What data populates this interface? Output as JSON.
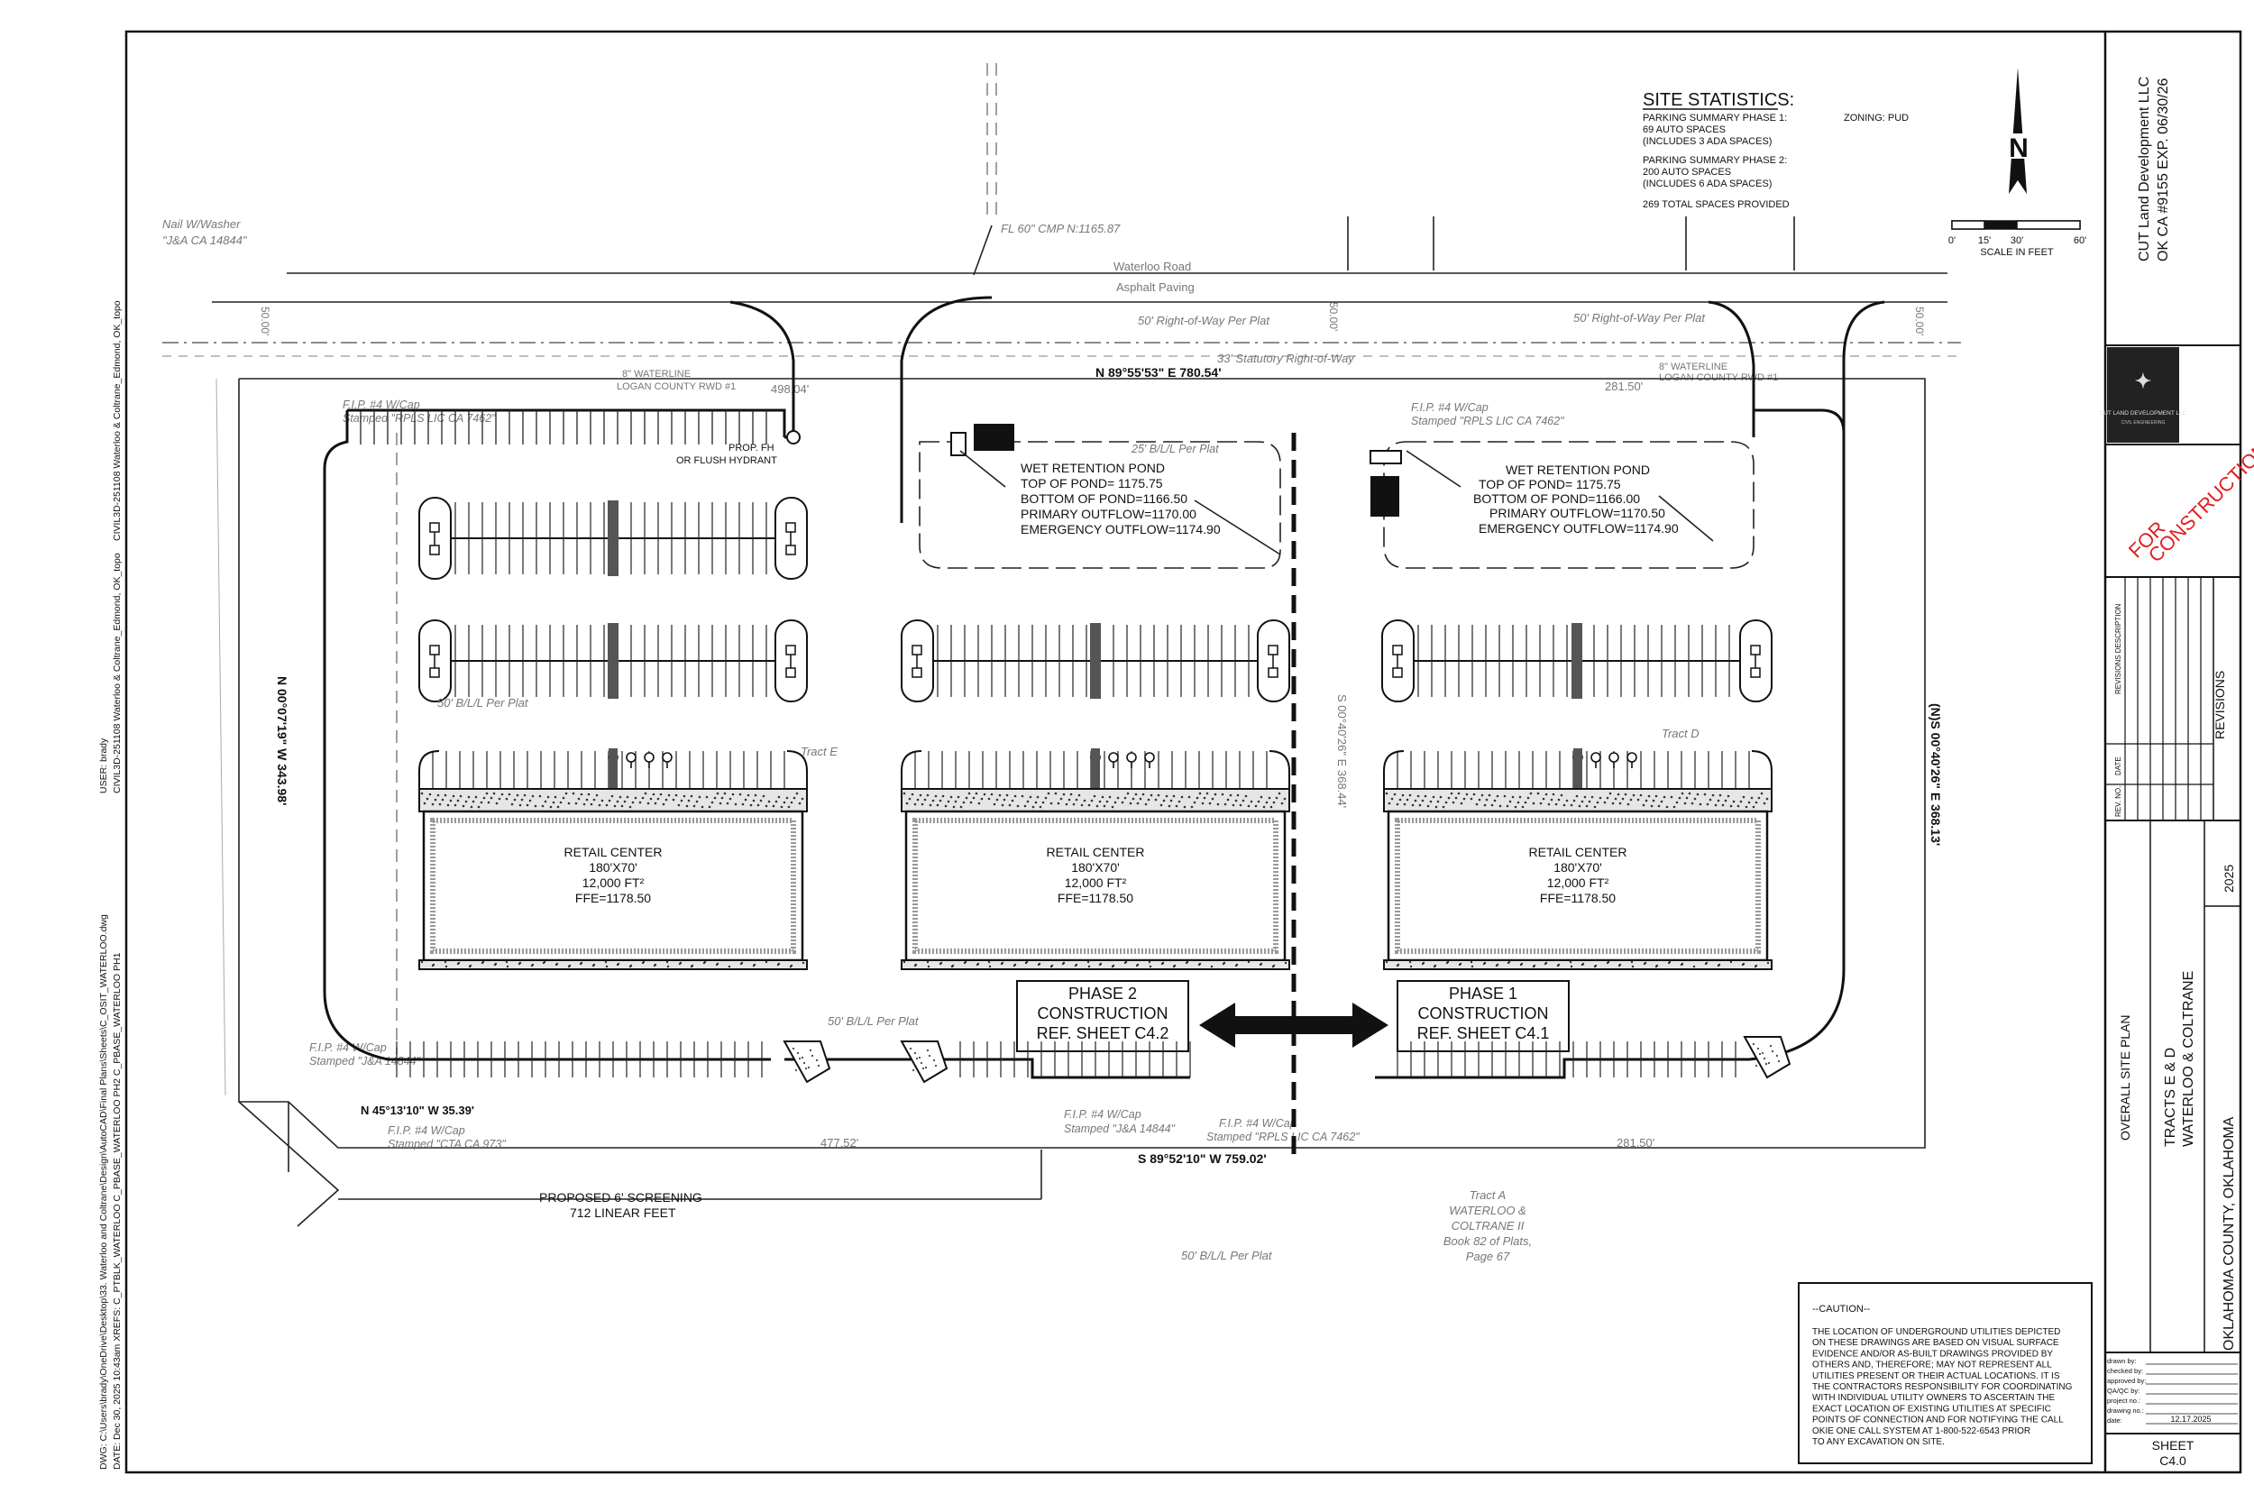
{
  "site_stats": {
    "heading": "SITE STATISTICS:",
    "p1_title": "PARKING SUMMARY PHASE 1:",
    "p1_auto": "69 AUTO SPACES",
    "p1_ada": "(INCLUDES 3 ADA SPACES)",
    "p2_title": "PARKING SUMMARY PHASE 2:",
    "p2_auto": "200 AUTO SPACES",
    "p2_ada": "(INCLUDES 6 ADA SPACES)",
    "total": "269 TOTAL SPACES PROVIDED",
    "zoning": "ZONING: PUD"
  },
  "north": "N",
  "scale": {
    "t0": "0'",
    "t15": "15'",
    "t30": "30'",
    "t60": "60'",
    "label": "SCALE IN FEET"
  },
  "labels": {
    "waterloo_road": "Waterloo Road",
    "asphalt": "Asphalt Paving",
    "row_50_left": "50' Right-of-Way Per Plat",
    "row_50_right": "50' Right-of-Way Per Plat",
    "row_33": "33' Statutory Right-of-Way",
    "flcmp": "FL 60\" CMP N:1165.87",
    "nail": "Nail W/Washer",
    "nail_stamp": "\"J&A CA 14844\"",
    "waterline_l1": "8\" WATERLINE",
    "waterline_l2": "LOGAN COUNTY RWD #1",
    "waterline_r1": "8\" WATERLINE",
    "waterline_r2": "LOGAN COUNTY RWD #1",
    "fip_tl": "F.I.P. #4 W/Cap",
    "fip_tl_stamp": "Stamped \"RPLS LIC CA 7462\"",
    "fip_tr": "F.I.P. #4 W/Cap",
    "fip_tr_stamp": "Stamped \"RPLS LIC CA 7462\"",
    "fip_bl": "F.I.P. #4 W/Cap",
    "fip_bl_stamp": "Stamped \"J&A 14844\"",
    "fip_bl2": "F.I.P. #4 W/Cap",
    "fip_bl2_stamp": "Stamped \"CTA CA 973\"",
    "fip_bm": "F.I.P. #4 W/Cap",
    "fip_bm_stamp": "Stamped \"J&A 14844\"",
    "fip_bm2": "F.I.P. #4 W/Cap",
    "fip_bm2_stamp": "Stamped \"RPLS LIC CA 7462\"",
    "bearing_top": "N 89°55'53\" E 780.54'",
    "bearing_bottom": "S 89°52'10\" W 759.02'",
    "bearing_left": "N 00°07'19\" W 343.98'",
    "bearing_mid": "S 00°40'26\" E 368.44'",
    "bearing_right": "(N)S 00°40'26\" E 368.13'",
    "bearing_diag": "N 45°13'10\" W 35.39'",
    "dist_top_l": "498.04'",
    "dist_top_r": "281.50'",
    "dist_bot_l": "477.52'",
    "dist_bot_r": "281.50'",
    "dim_50_a": "50.00'",
    "dim_50_b": "50.00'",
    "dim_50_c": "50.00'",
    "bl25": "25' B/L/L Per Plat",
    "bl50_left": "50' B/L/L Per Plat",
    "bl50_bottom": "50' B/L/L Per Plat",
    "bl50_south": "50' B/L/L Per Plat",
    "hydrant1": "PROP. FH",
    "hydrant2": "OR FLUSH HYDRANT",
    "tract_e": "Tract E",
    "tract_d": "Tract D",
    "tract_a1": "Tract A",
    "tract_a2": "WATERLOO &",
    "tract_a3": "COLTRANE II",
    "tract_a4": "Book 82 of Plats,",
    "tract_a5": "Page 67",
    "screening1": "PROPOSED 6' SCREENING",
    "screening2": "712 LINEAR FEET"
  },
  "pond_left": {
    "title": "WET RETENTION POND",
    "top": "TOP OF POND= 1175.75",
    "bottom": "BOTTOM OF POND=1166.50",
    "primary": "PRIMARY OUTFLOW=1170.00",
    "emergency": "EMERGENCY OUTFLOW=1174.90"
  },
  "pond_right": {
    "title": "WET RETENTION POND",
    "top": "TOP OF POND= 1175.75",
    "bottom": "BOTTOM OF POND=1166.00",
    "primary": "PRIMARY OUTFLOW=1170.50",
    "emergency": "EMERGENCY OUTFLOW=1174.90"
  },
  "buildings": [
    {
      "name": "RETAIL CENTER",
      "size": "180'X70'",
      "area": "12,000 FT²",
      "ffe": "FFE=1178.50"
    },
    {
      "name": "RETAIL CENTER",
      "size": "180'X70'",
      "area": "12,000 FT²",
      "ffe": "FFE=1178.50"
    },
    {
      "name": "RETAIL CENTER",
      "size": "180'X70'",
      "area": "12,000 FT²",
      "ffe": "FFE=1178.50"
    }
  ],
  "phase2": {
    "l1": "PHASE 2",
    "l2": "CONSTRUCTION",
    "l3": "REF. SHEET C4.2"
  },
  "phase1": {
    "l1": "PHASE 1",
    "l2": "CONSTRUCTION",
    "l3": "REF. SHEET C4.1"
  },
  "caution": {
    "title": "--CAUTION--",
    "lines": [
      "THE LOCATION OF UNDERGROUND UTILITIES DEPICTED",
      "ON THESE DRAWINGS ARE BASED ON VISUAL SURFACE",
      "EVIDENCE AND/OR AS-BUILT DRAWINGS PROVIDED BY",
      "OTHERS AND, THEREFORE; MAY NOT REPRESENT ALL",
      "UTILITIES PRESENT OR THEIR ACTUAL LOCATIONS. IT IS",
      "THE CONTRACTORS RESPONSIBILITY FOR COORDINATING",
      "WITH INDIVIDUAL UTILITY OWNERS TO ASCERTAIN THE",
      "EXACT LOCATION OF EXISTING UTILITIES AT SPECIFIC",
      "POINTS OF CONNECTION AND FOR NOTIFYING THE CALL",
      "OKIE ONE CALL SYSTEM AT 1-800-522-6543 PRIOR",
      "TO ANY EXCAVATION ON SITE."
    ]
  },
  "title_block": {
    "company": "CUT Land Development LLC",
    "ok_ca": "OK CA #9155 EXP. 06/30/26",
    "logo_name": "CUT LAND DEVELOPMENT LLC",
    "logo_sub": "CIVIL ENGINEERING",
    "stamp1": "FOR",
    "stamp2": "CONSTRUCTION",
    "revisions": "REVISIONS",
    "rev_desc": "REVISIONS DESCRIPTION",
    "date_col": "DATE",
    "rev_no": "REV. NO.",
    "sheet_title": "OVERALL SITE PLAN",
    "proj1": "TRACTS E & D",
    "proj2": "WATERLOO & COLTRANE",
    "county": "OKLAHOMA COUNTY, OKLAHOMA",
    "year": "2025",
    "drawn_by": "drawn by:",
    "checked_by": "checked by:",
    "approved_by": "approved by:",
    "qaqc_by": "QA/QC by:",
    "project_no": "project no.:",
    "drawing_no": "drawing no.:",
    "date_label": "date:",
    "date_value": "12.17.2025",
    "sheet_label": "SHEET",
    "sheet_no": "C4.0"
  },
  "margin_info": {
    "dwg": "DWG:   C:\\Users\\brady\\OneDrive\\Desktop\\33. Waterloo and Coltrane\\Design\\AutoCAD\\Final Plans\\Sheets\\C_OSIT_WATERLOO.dwg",
    "date": "DATE:   Dec 30, 2025   10:43am      XREFS:   C_PTBLK_WATERLOO    C_PBASE_WATERLOO PH2    C_PBASE_WATERLOO PH1",
    "user": "USER:   brady",
    "civil1": "CIVIL3D-251108 Waterloo & Coltrane_Edmond, OK_topo",
    "civil2": "CIVIL3D-251108 Waterloo & Coltrane_Edmond, OK_topo"
  }
}
